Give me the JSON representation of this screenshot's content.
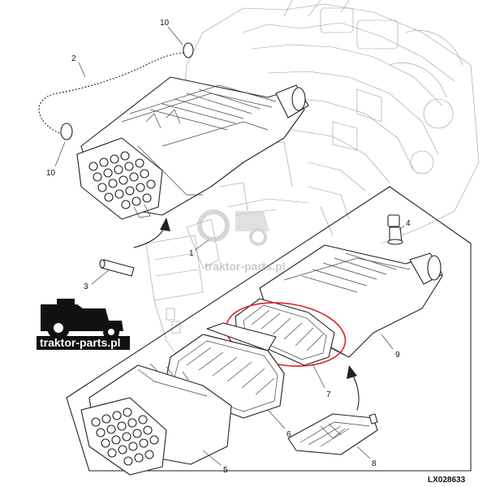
{
  "callouts": {
    "c2": "2",
    "c3": "3",
    "c4": "4",
    "c5": "5",
    "c6": "6",
    "c7": "7",
    "c8": "8",
    "c9": "9",
    "c10a": "10",
    "c10b": "10",
    "c1": "1"
  },
  "diagram_code": "LX028633",
  "watermark": {
    "center_text": "traktor-parts.pl",
    "logo_text": "traktor-parts.pl"
  },
  "colors": {
    "line": "#222222",
    "background_art": "#9a9a9a",
    "highlight_circle": "#e02020",
    "logo_box": "#111111",
    "watermark": "#bbbbbb"
  }
}
